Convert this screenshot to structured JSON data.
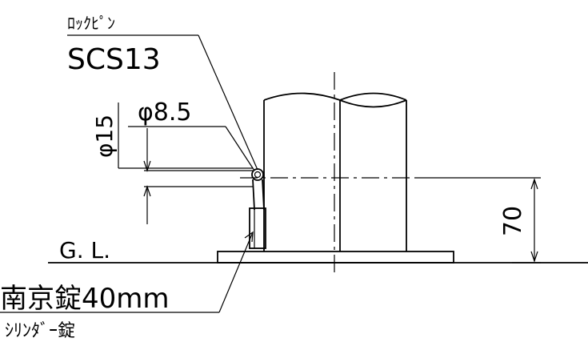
{
  "labels": {
    "lock_pin_name": "ﾛｯｸﾋﾟﾝ",
    "lock_pin_material": "SCS13",
    "pin_diameter": "φ8.5",
    "pin_head_diameter": "φ15",
    "ground_level": "G. L.",
    "lock_name": "南京錠40mm",
    "cylinder_lock": "ｼﾘﾝﾀﾞｰ錠",
    "height_dimension": "70"
  },
  "colors": {
    "line": "#000000",
    "background": "#ffffff"
  }
}
